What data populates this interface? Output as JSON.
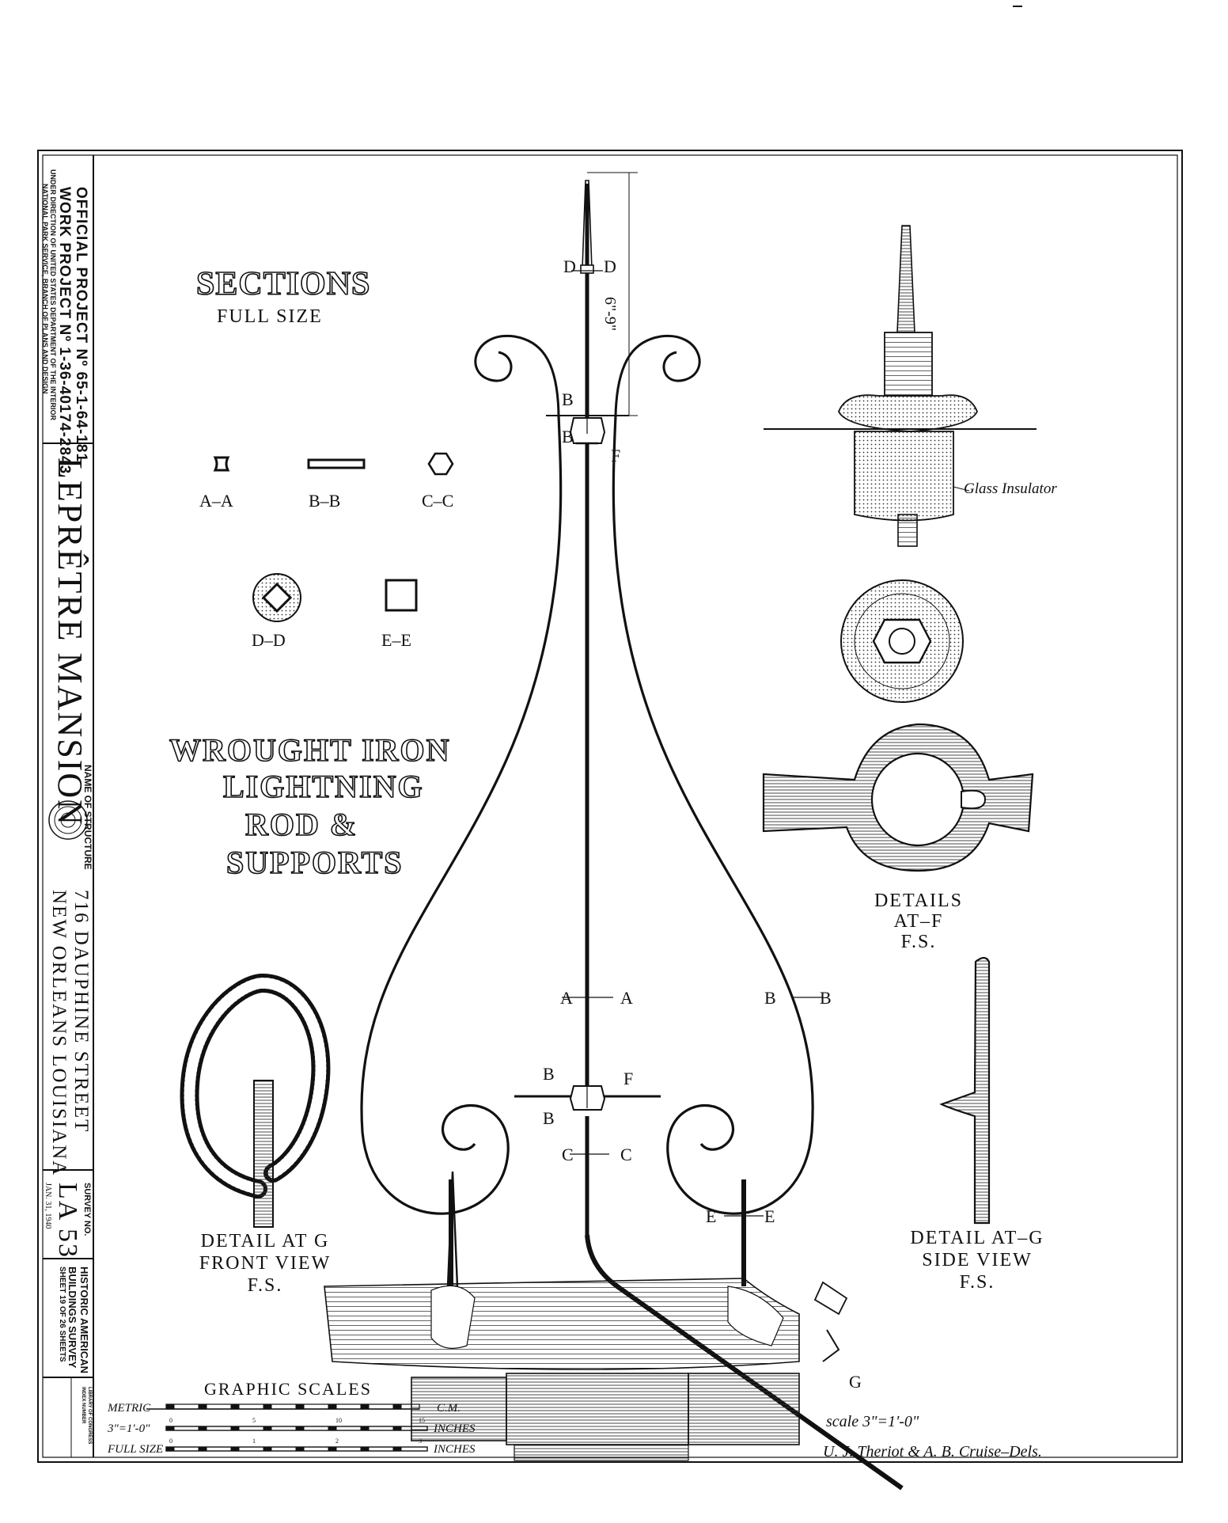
{
  "title_block": {
    "official_project": "OFFICIAL PROJECT Nº 65-1-64-181",
    "work_project": "WORK PROJECT Nº 1-36-40174-2843",
    "under_direction": "UNDER DIRECTION OF UNITED STATES DEPARTMENT OF THE INTERIOR",
    "park_service": "NATIONAL PARK SERVICE, BRANCH OF PLANS AND DESIGN",
    "structure_name": "LEPRÊTRE MANSION",
    "name_of_structure_label": "NAME OF STRUCTURE",
    "address_line1": "716 DAUPHINE STREET",
    "address_line2": "NEW ORLEANS LOUISIANA",
    "survey_no_label": "SURVEY NO.",
    "survey_no": "LA 53",
    "date": "JAN. 31, 1940",
    "habs_line1": "HISTORIC AMERICAN",
    "habs_line2": "BUILDINGS SURVEY",
    "sheet": "SHEET 19 OF 26 SHEETS",
    "library_line1": "LIBRARY OF CONGRESS",
    "library_line2": "INDEX NUMBER"
  },
  "sections": {
    "title": "SECTIONS",
    "subtitle": "FULL SIZE",
    "labels": [
      "A–A",
      "B–B",
      "C–C",
      "D–D",
      "E–E"
    ]
  },
  "main_title": [
    "WROUGHT IRON",
    "LIGHTNING",
    "ROD &",
    "SUPPORTS"
  ],
  "rod_labels": {
    "d_left": "D",
    "d_right": "D",
    "dimension": "6\"-9\"",
    "b_top1": "B",
    "b_top2": "B",
    "f_top": "F",
    "a_left": "A",
    "a_right": "A",
    "b_right1": "B",
    "b_right2": "B",
    "b_low1": "B",
    "b_low2": "B",
    "f_low": "F",
    "c_left": "C",
    "c_right": "C",
    "e_left": "E",
    "e_right": "E",
    "g_label": "G"
  },
  "insulator_label": "Glass Insulator",
  "details_f": [
    "DETAILS",
    "AT–F",
    "F.S."
  ],
  "detail_g_front": [
    "DETAIL AT G",
    "FRONT VIEW",
    "F.S."
  ],
  "detail_g_side": [
    "DETAIL AT–G",
    "SIDE VIEW",
    "F.S."
  ],
  "scales": {
    "title": "GRAPHIC SCALES",
    "metric_label": "METRIC",
    "metric_unit": "C.M.",
    "imperial_label": "3\"=1'-0\"",
    "imperial_unit": "INCHES",
    "full_label": "FULL SIZE",
    "full_unit": "INCHES",
    "imperial_ticks": [
      "0",
      "5",
      "10",
      "15"
    ],
    "full_ticks": [
      "0",
      "1",
      "2",
      "3"
    ]
  },
  "scale_note": "scale 3\"=1'-0\"",
  "delineators": "U. J. Theriot & A. B. Cruise–Dels."
}
